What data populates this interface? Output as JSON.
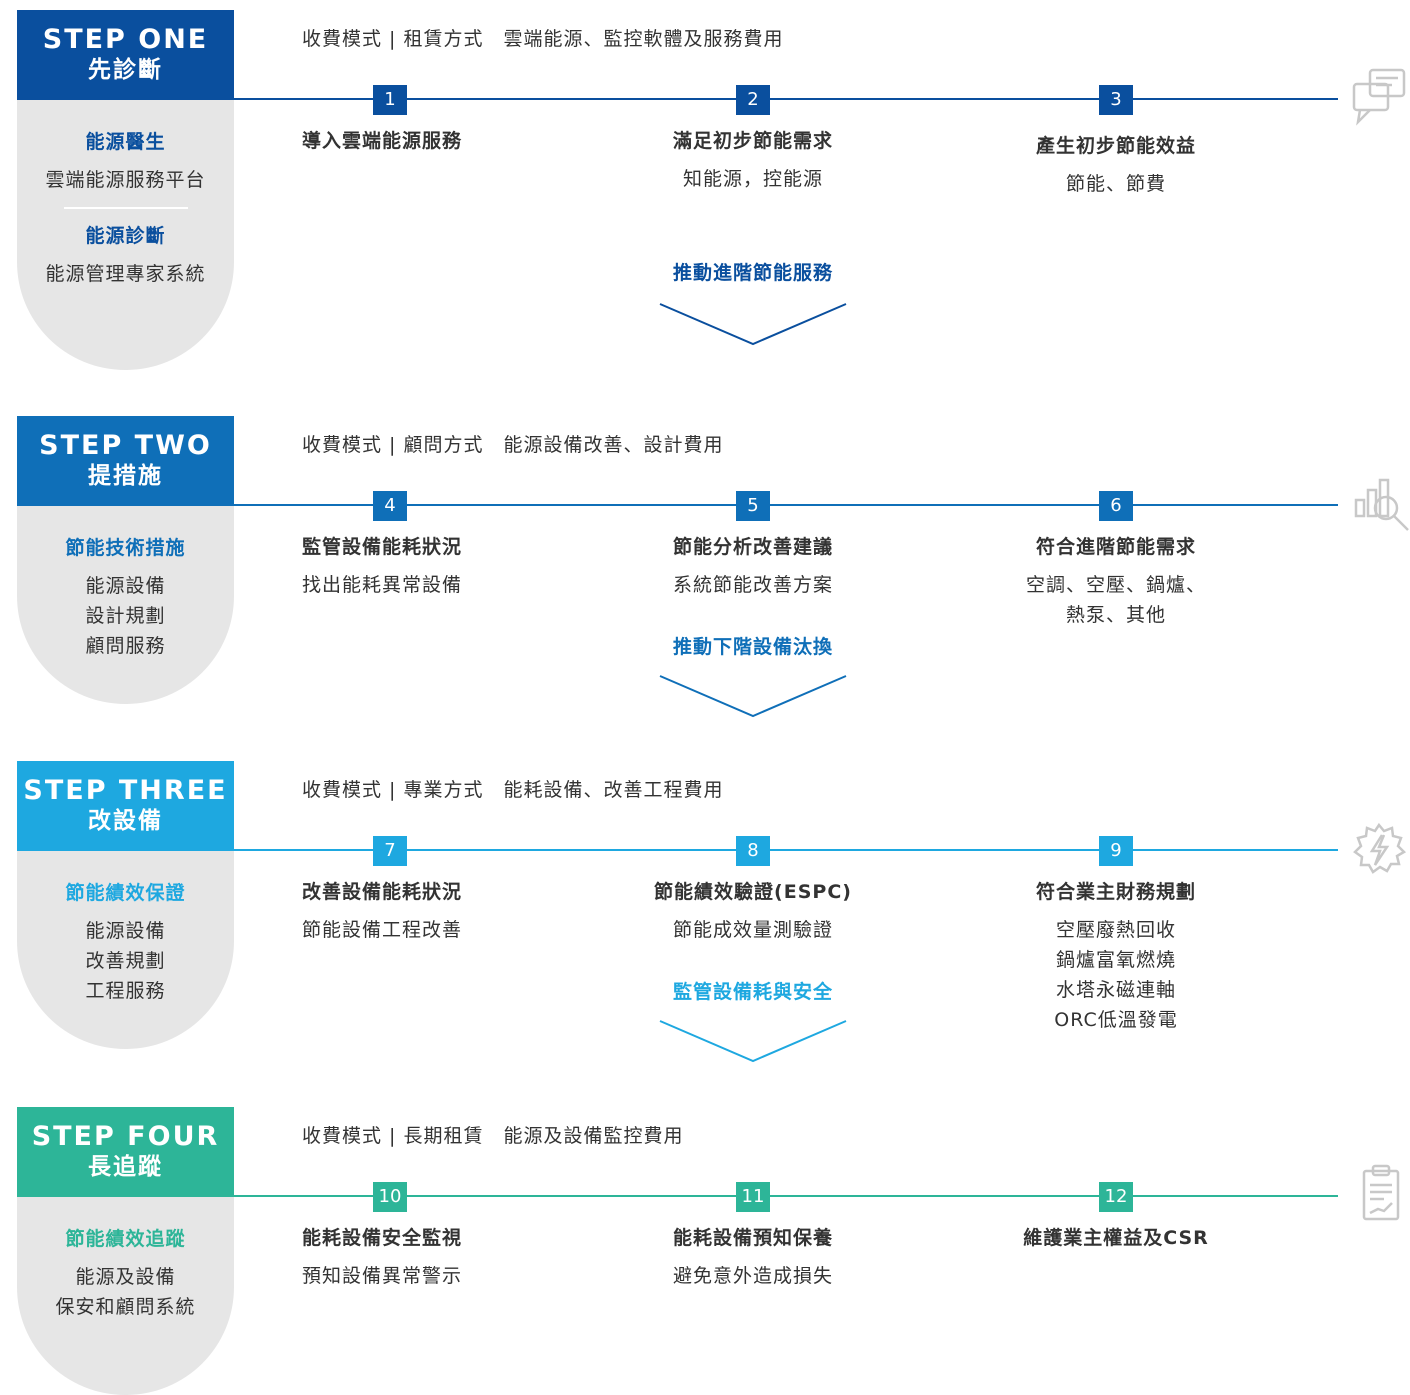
{
  "colors": {
    "step1": "#0a4f9e",
    "step2": "#0f6fb8",
    "step3": "#1ea8e0",
    "step4": "#2db598",
    "icon_gray": "#c8c8c8"
  },
  "steps": [
    {
      "header_en": "STEP ONE",
      "header_zh": "先診斷",
      "panel_title1": "能源醫生",
      "panel_line1": "雲端能源服務平台",
      "panel_title2": "能源診斷",
      "panel_line2": "能源管理專家系統",
      "fee": "收費模式 | 租賃方式　雲端能源、監控軟體及服務費用",
      "icon": "chat-bubbles-icon",
      "items": [
        {
          "num": "1",
          "title": "導入雲端能源服務",
          "desc": ""
        },
        {
          "num": "2",
          "title": "滿足初步節能需求",
          "desc": "知能源，控能源"
        },
        {
          "num": "3",
          "title": "產生初步節能效益",
          "desc": "節能、節費"
        }
      ],
      "push": "推動進階節能服務"
    },
    {
      "header_en": "STEP TWO",
      "header_zh": "提措施",
      "panel_title1": "節能技術措施",
      "panel_lines": [
        "能源設備",
        "設計規劃",
        "顧問服務"
      ],
      "fee": "收費模式 | 顧問方式　能源設備改善、設計費用",
      "icon": "chart-magnifier-icon",
      "items": [
        {
          "num": "4",
          "title": "監管設備能耗狀況",
          "desc": "找出能耗異常設備"
        },
        {
          "num": "5",
          "title": "節能分析改善建議",
          "desc": "系統節能改善方案"
        },
        {
          "num": "6",
          "title": "符合進階節能需求",
          "desc1": "空調、空壓、鍋爐、",
          "desc2": "熱泵、其他"
        }
      ],
      "push": "推動下階設備汰換"
    },
    {
      "header_en": "STEP THREE",
      "header_zh": "改設備",
      "panel_title1": "節能績效保證",
      "panel_lines": [
        "能源設備",
        "改善規劃",
        "工程服務"
      ],
      "fee": "收費模式 | 專業方式　能耗設備、改善工程費用",
      "icon": "gear-lightning-icon",
      "items": [
        {
          "num": "7",
          "title": "改善設備能耗狀況",
          "desc": "節能設備工程改善"
        },
        {
          "num": "8",
          "title": "節能績效驗證(ESPC)",
          "desc": "節能成效量測驗證"
        },
        {
          "num": "9",
          "title": "符合業主財務規劃",
          "descs": [
            "空壓廢熱回收",
            "鍋爐富氧燃燒",
            "水塔永磁連軸",
            "ORC低溫發電"
          ]
        }
      ],
      "push": "監管設備耗與安全"
    },
    {
      "header_en": "STEP FOUR",
      "header_zh": "長追蹤",
      "panel_title1": "節能績效追蹤",
      "panel_lines": [
        "能源及設備",
        "保安和顧問系統"
      ],
      "fee": "收費模式 | 長期租賃　能源及設備監控費用",
      "icon": "clipboard-report-icon",
      "items": [
        {
          "num": "10",
          "title": "能耗設備安全監視",
          "desc": "預知設備異常警示"
        },
        {
          "num": "11",
          "title": "能耗設備預知保養",
          "desc": "避免意外造成損失"
        },
        {
          "num": "12",
          "title": "維護業主權益及CSR",
          "desc": ""
        }
      ]
    }
  ]
}
